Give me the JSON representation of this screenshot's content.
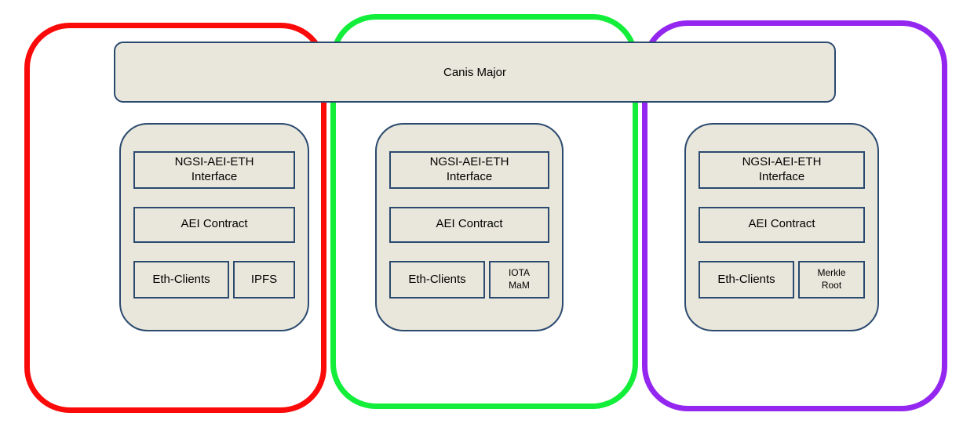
{
  "diagram": {
    "title_bar": "Canis Major"
  },
  "colors": {
    "panel_fill": "#e9e7db",
    "panel_border": "#2b4a6f",
    "text": "#000000"
  },
  "columns": [
    {
      "id": "red-stack",
      "accent_color": "#fb0a0a",
      "interface_label": "NGSI-AEI-ETH\nInterface",
      "contract_label": "AEI Contract",
      "client_label": "Eth-Clients",
      "sidecar_label": "IPFS"
    },
    {
      "id": "green-stack",
      "accent_color": "#12ee39",
      "interface_label": "NGSI-AEI-ETH\nInterface",
      "contract_label": "AEI Contract",
      "client_label": "Eth-Clients",
      "sidecar_label": "IOTA\nMaM"
    },
    {
      "id": "purple-stack",
      "accent_color": "#9327f0",
      "interface_label": "NGSI-AEI-ETH\nInterface",
      "contract_label": "AEI Contract",
      "client_label": "Eth-Clients",
      "sidecar_label": "Merkle\nRoot"
    }
  ]
}
